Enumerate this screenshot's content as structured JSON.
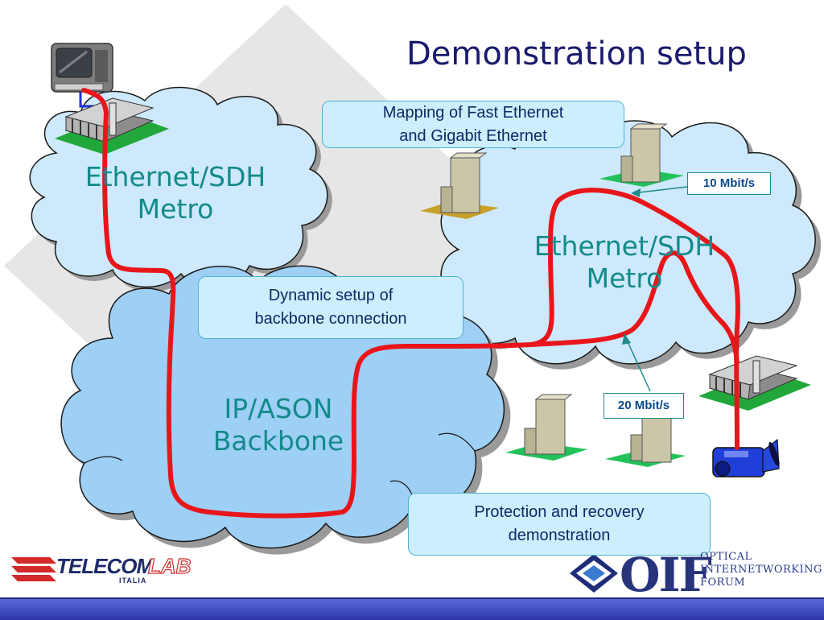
{
  "slide": {
    "title": "Demonstration setup"
  },
  "clouds": {
    "metro_left": {
      "line1": "Ethernet/SDH",
      "line2": "Metro"
    },
    "metro_right": {
      "line1": "Ethernet/SDH",
      "line2": "Metro"
    },
    "backbone": {
      "line1": "IP/ASON",
      "line2": "Backbone"
    }
  },
  "callouts": {
    "mapping": {
      "line1": "Mapping of Fast Ethernet",
      "line2": "and Gigabit Ethernet"
    },
    "dynamic": {
      "line1": "Dynamic setup of",
      "line2": "backbone connection"
    },
    "protection": {
      "line1": "Protection and recovery",
      "line2": "demonstration"
    }
  },
  "rates": {
    "upper": "10 Mbit/s",
    "lower": "20 Mbit/s"
  },
  "logos": {
    "telecom": {
      "name": "TELECOM",
      "lab": "LAB",
      "sub": "ITALIA"
    },
    "oif": {
      "mark": "OIF",
      "line1": "OPTICAL",
      "line2": "INTERNETWORKING",
      "line3": "FORUM"
    }
  },
  "icons": [
    "tv-monitor-icon",
    "office-building-icon",
    "tower-building-icon",
    "video-camera-icon"
  ],
  "colors": {
    "path_red": "#e8161b",
    "cloud_light": "#cde9fb",
    "cloud_backbone": "#9ecff5",
    "title_navy": "#1a1a6e",
    "label_teal": "#138a8a",
    "footer_blue": "#3a45b8"
  }
}
